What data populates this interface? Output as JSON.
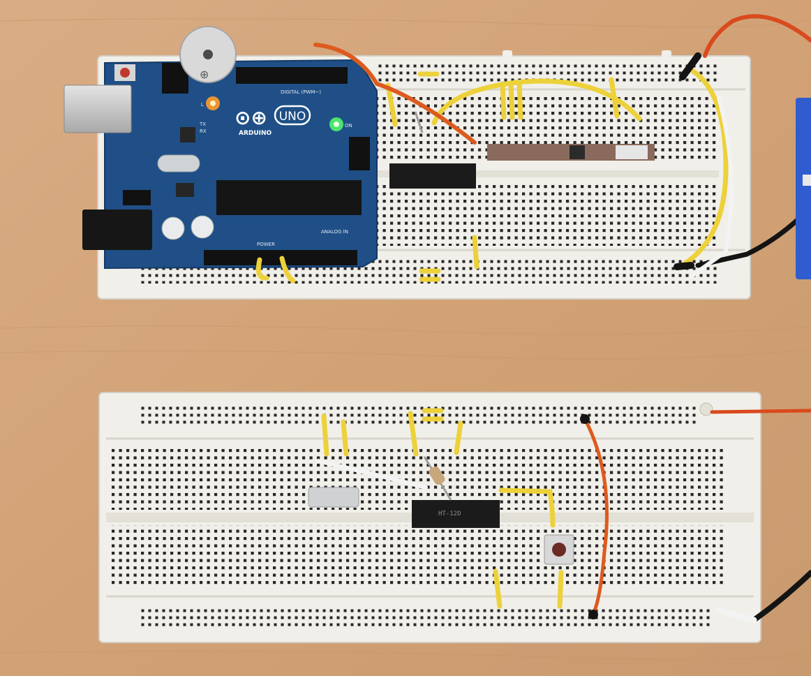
{
  "colors": {
    "table": "#d4a57a",
    "breadboard": "#f1efe9",
    "hole": "#2a2a2a",
    "arduino_blue": "#1f4f86",
    "jumper_yellow": "#ecd13a",
    "jumper_orange": "#dd5a1e",
    "jumper_black": "#141414",
    "jumper_white": "#f3f3f3",
    "chip": "#1b1b1b",
    "battery_blue": "#2f5ccf",
    "led_green": "#52ff6a",
    "led_orange": "#ff9c2a"
  },
  "arduino": {
    "logo_symbol": "⊙⊕",
    "brand": "ARDUINO",
    "model": "UNO",
    "label_digital": "DIGITAL (PWM~)",
    "label_power": "POWER",
    "label_analog": "ANALOG IN",
    "led_l": "L",
    "led_tx": "TX",
    "led_rx": "RX",
    "label_on": "ON"
  },
  "buzzer": {
    "plus_symbol": "⊕"
  },
  "lower_board": {
    "chip_text": "HT-12D"
  }
}
